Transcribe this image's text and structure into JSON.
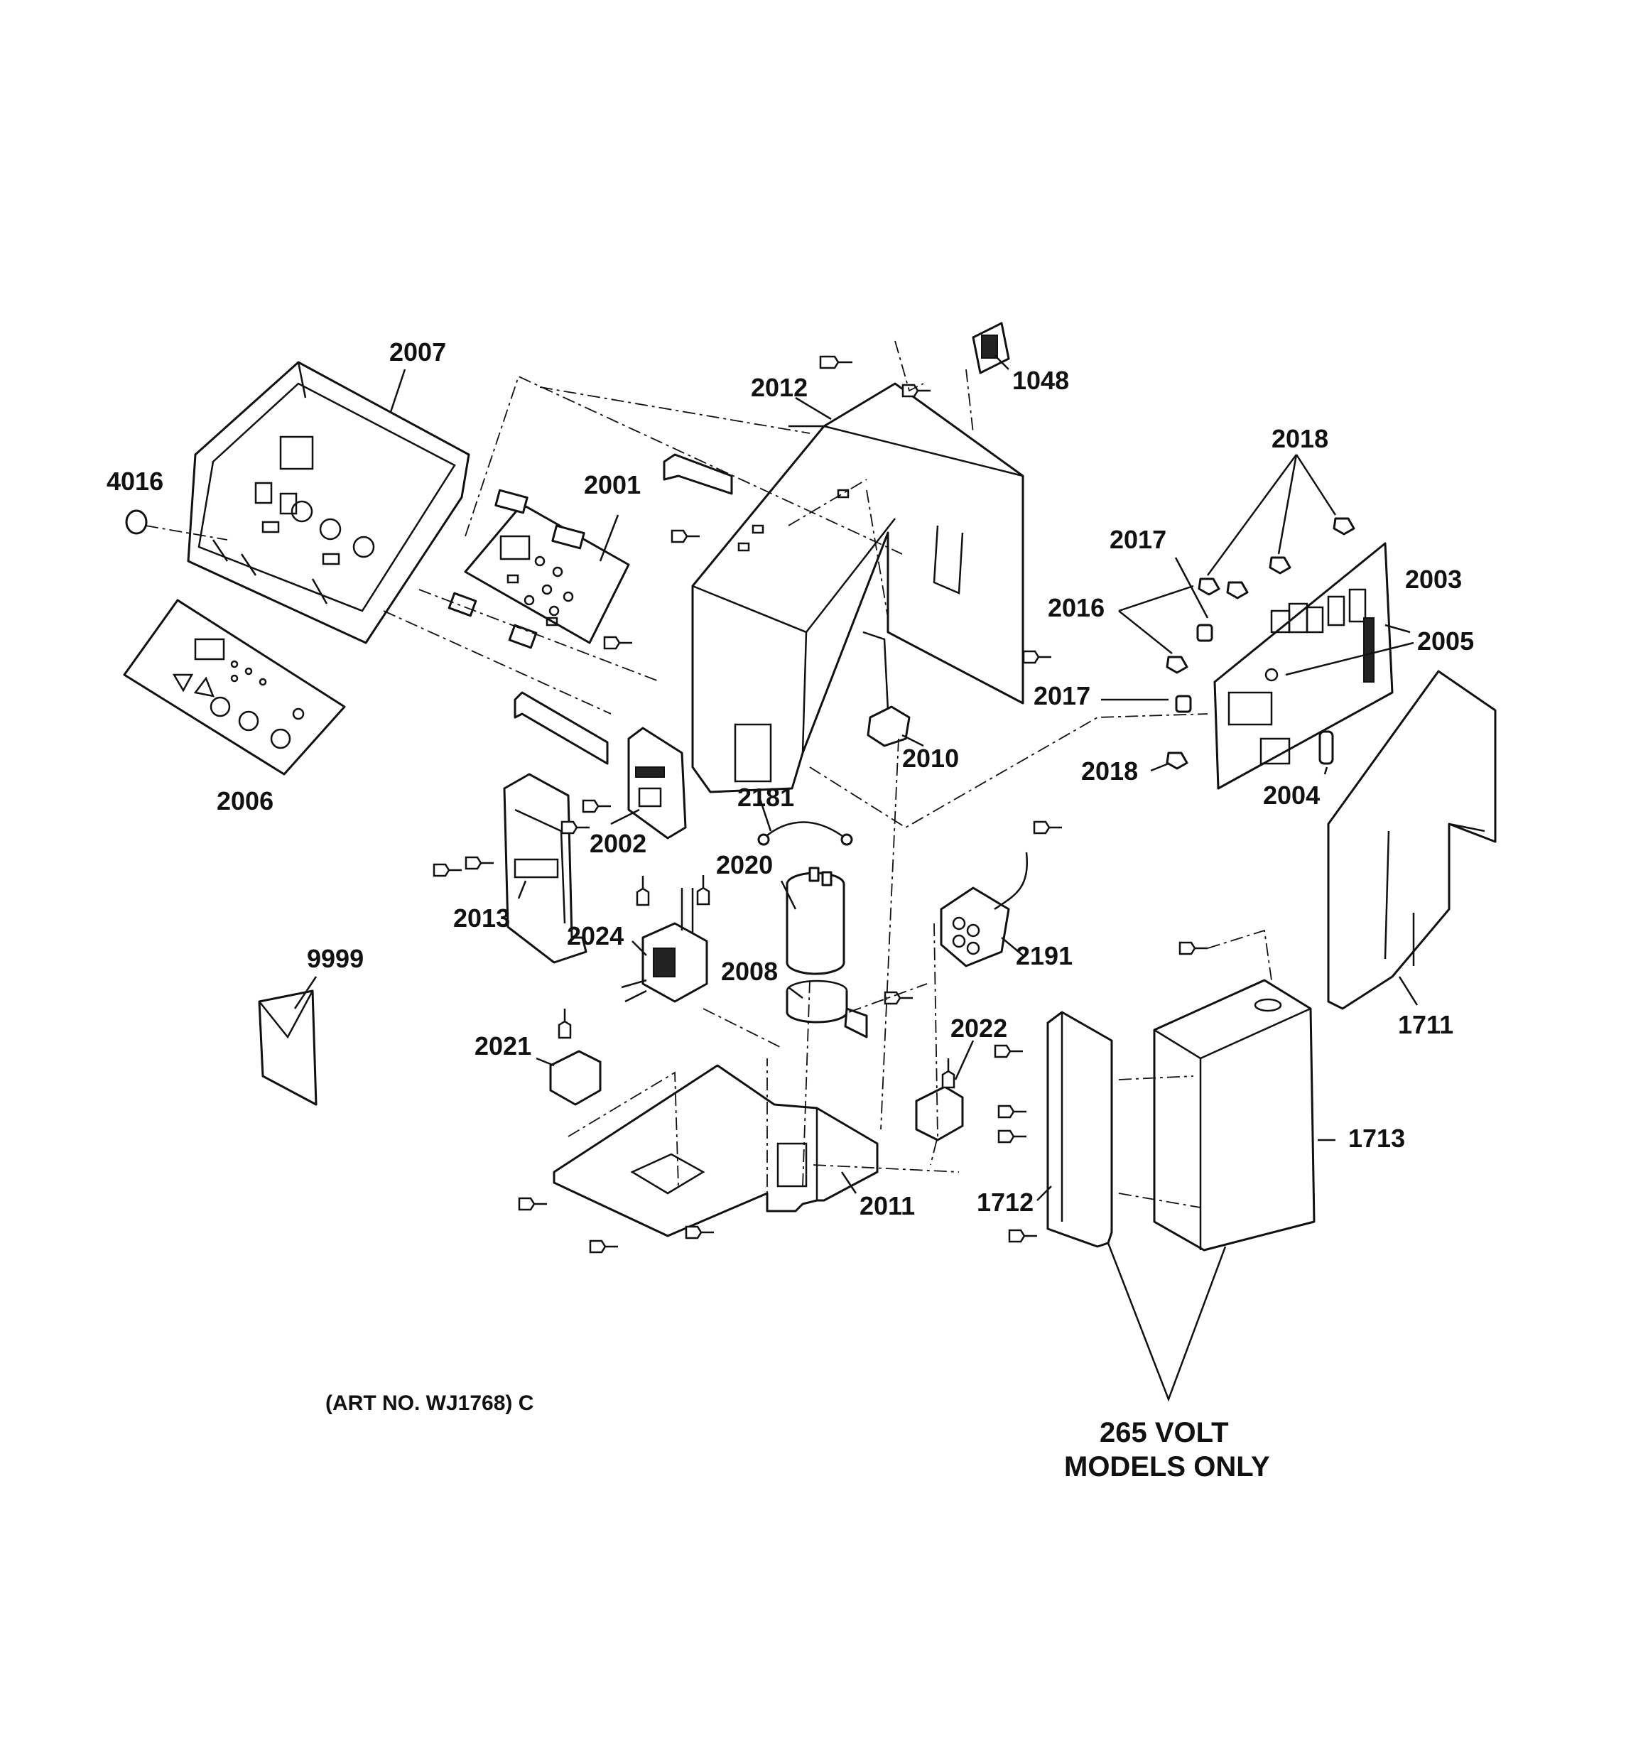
{
  "diagram": {
    "parts": {
      "p2007": "2007",
      "p4016": "4016",
      "p2001": "2001",
      "p2006": "2006",
      "p2012": "2012",
      "p1048": "1048",
      "p2018": "2018",
      "p2017": "2017",
      "p2016": "2016",
      "p2003": "2003",
      "p2005": "2005",
      "p2004": "2004",
      "p2010": "2010",
      "p2181": "2181",
      "p2002": "2002",
      "p2013": "2013",
      "p2020": "2020",
      "p2024": "2024",
      "p2008": "2008",
      "p2191": "2191",
      "p9999": "9999",
      "p2021": "2021",
      "p2022": "2022",
      "p2011": "2011",
      "p1711": "1711",
      "p1712": "1712",
      "p1713": "1713"
    },
    "art_number": "(ART NO. WJ1768) C",
    "note_line1": "265 VOLT",
    "note_line2": "MODELS ONLY"
  }
}
